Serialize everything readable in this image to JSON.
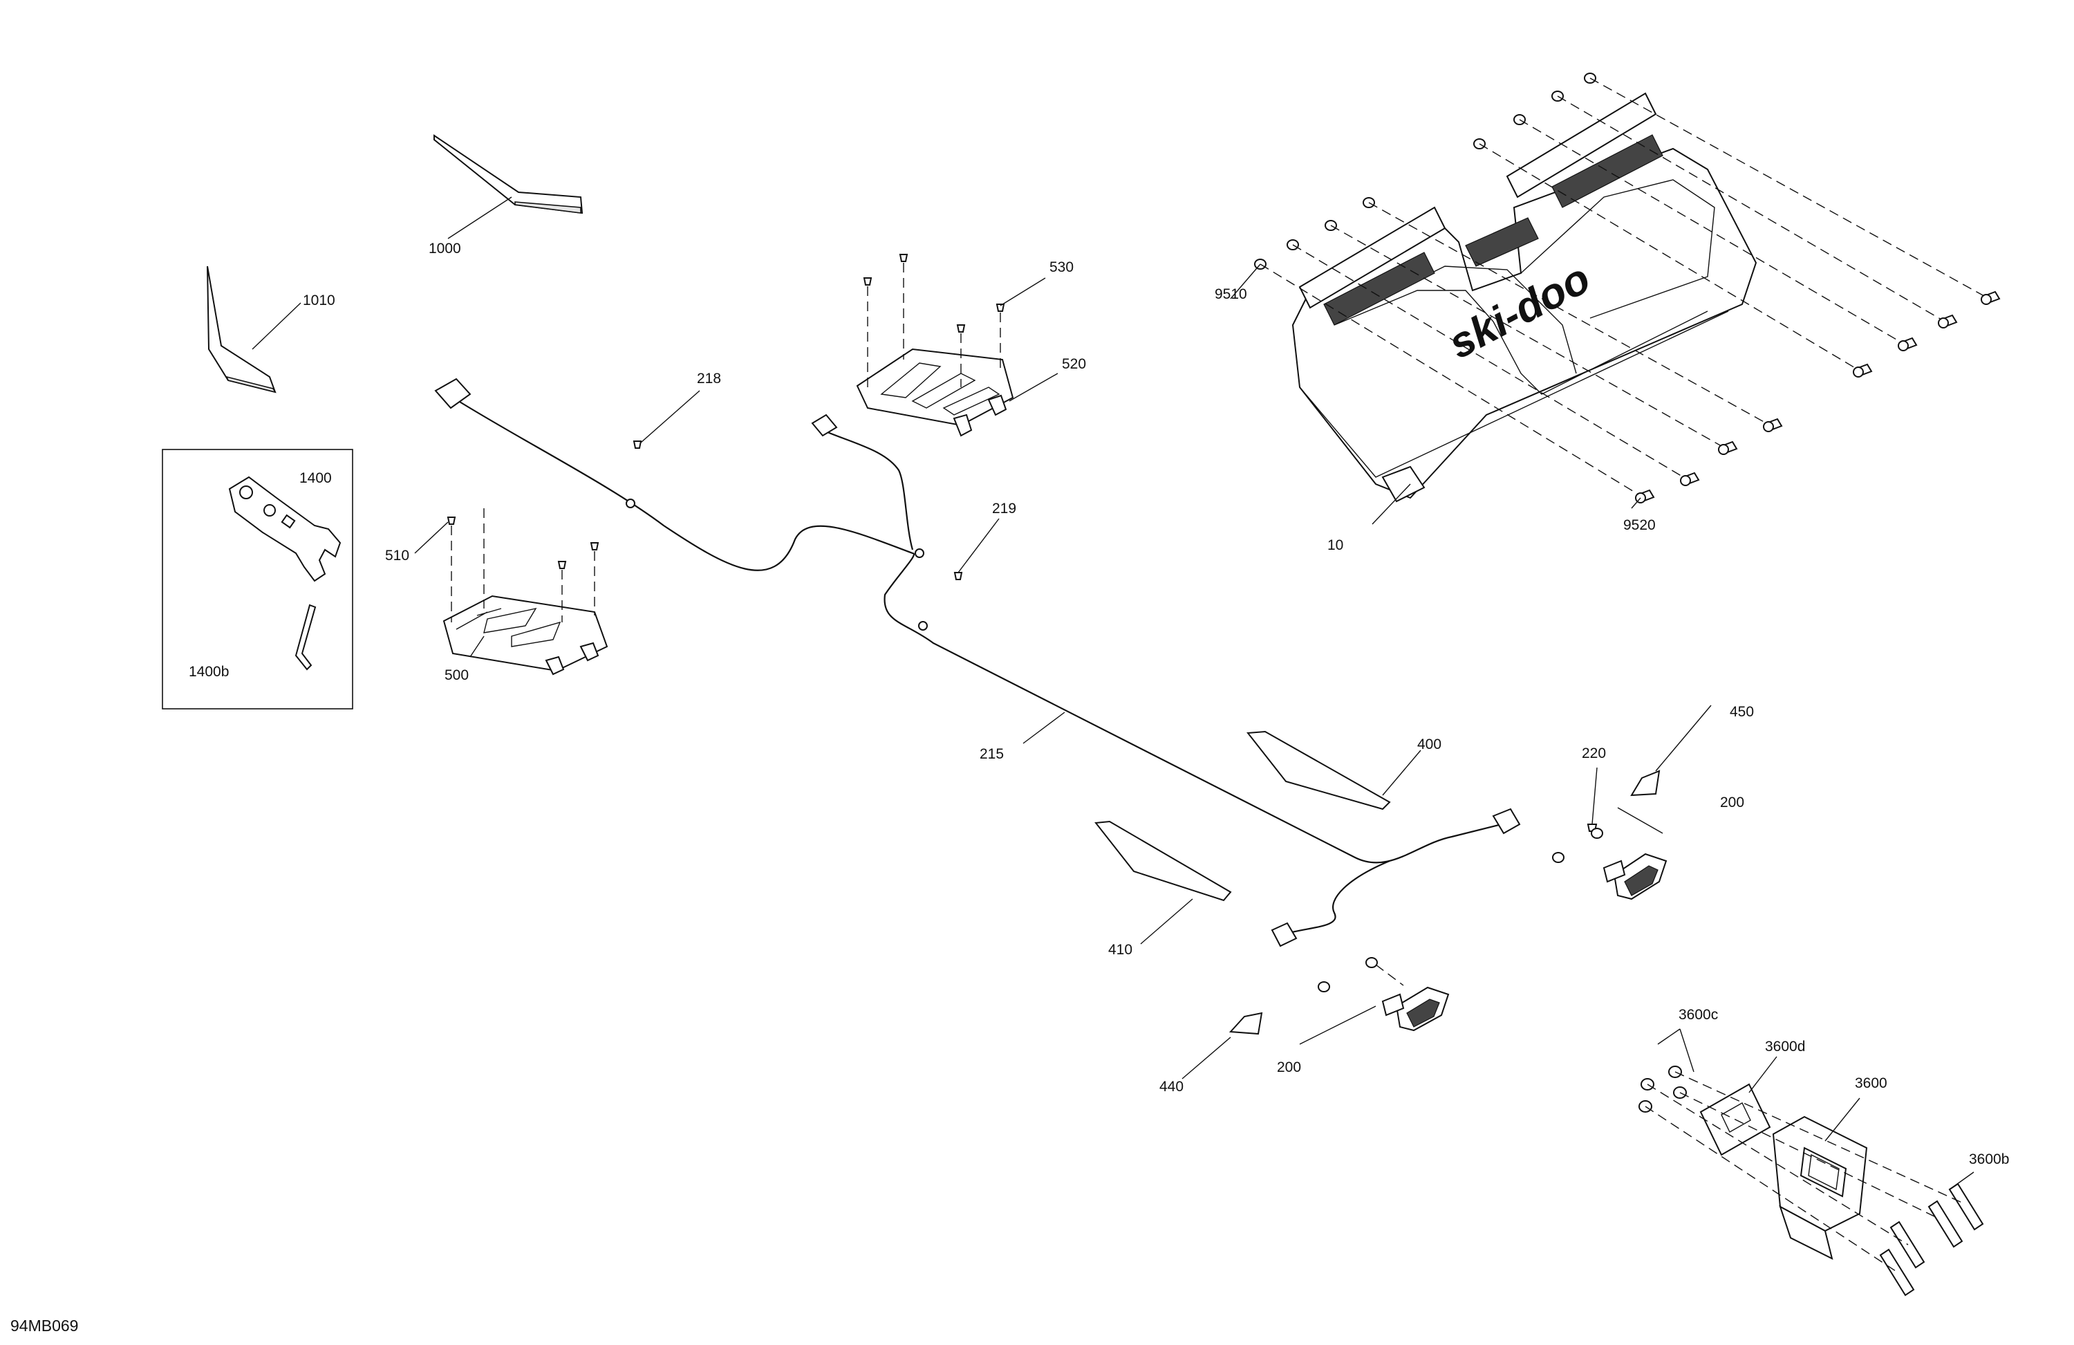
{
  "diagram": {
    "drawing_code": "94MB069",
    "logo_text": "ski-doo",
    "callouts": {
      "c10": "10",
      "c200a": "200",
      "c200b": "200",
      "c215": "215",
      "c218": "218",
      "c219": "219",
      "c220": "220",
      "c400": "400",
      "c410": "410",
      "c440": "440",
      "c450": "450",
      "c500": "500",
      "c510": "510",
      "c520": "520",
      "c530": "530",
      "c1000": "1000",
      "c1010": "1010",
      "c1400": "1400",
      "c1400b": "1400b",
      "c3600": "3600",
      "c3600b": "3600b",
      "c3600c": "3600c",
      "c3600d": "3600d",
      "c9510": "9510",
      "c9520": "9520"
    }
  }
}
